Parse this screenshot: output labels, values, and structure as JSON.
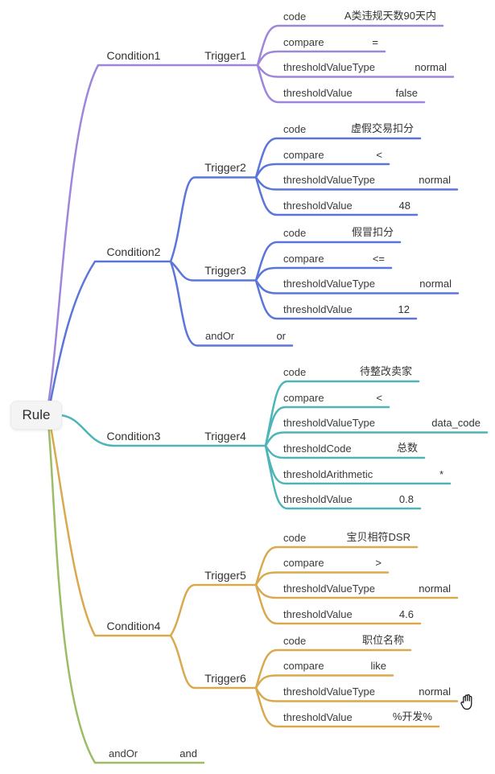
{
  "root": {
    "label": "Rule"
  },
  "conditions": [
    {
      "label": "Condition1",
      "triggers": [
        {
          "label": "Trigger1",
          "fields": [
            {
              "key": "code",
              "value": "A类违规天数90天内"
            },
            {
              "key": "compare",
              "value": "="
            },
            {
              "key": "thresholdValueType",
              "value": "normal"
            },
            {
              "key": "thresholdValue",
              "value": "false"
            }
          ]
        }
      ]
    },
    {
      "label": "Condition2",
      "triggers": [
        {
          "label": "Trigger2",
          "fields": [
            {
              "key": "code",
              "value": "虚假交易扣分"
            },
            {
              "key": "compare",
              "value": "<"
            },
            {
              "key": "thresholdValueType",
              "value": "normal"
            },
            {
              "key": "thresholdValue",
              "value": "48"
            }
          ]
        },
        {
          "label": "Trigger3",
          "fields": [
            {
              "key": "code",
              "value": "假冒扣分"
            },
            {
              "key": "compare",
              "value": "<="
            },
            {
              "key": "thresholdValueType",
              "value": "normal"
            },
            {
              "key": "thresholdValue",
              "value": "12"
            }
          ]
        }
      ],
      "andOr": {
        "key": "andOr",
        "value": "or"
      }
    },
    {
      "label": "Condition3",
      "triggers": [
        {
          "label": "Trigger4",
          "fields": [
            {
              "key": "code",
              "value": "待整改卖家"
            },
            {
              "key": "compare",
              "value": "<"
            },
            {
              "key": "thresholdValueType",
              "value": "data_code"
            },
            {
              "key": "thresholdCode",
              "value": "总数"
            },
            {
              "key": "thresholdArithmetic",
              "value": "*"
            },
            {
              "key": "thresholdValue",
              "value": "0.8"
            }
          ]
        }
      ]
    },
    {
      "label": "Condition4",
      "triggers": [
        {
          "label": "Trigger5",
          "fields": [
            {
              "key": "code",
              "value": "宝贝相符DSR"
            },
            {
              "key": "compare",
              "value": ">"
            },
            {
              "key": "thresholdValueType",
              "value": "normal"
            },
            {
              "key": "thresholdValue",
              "value": "4.6"
            }
          ]
        },
        {
          "label": "Trigger6",
          "fields": [
            {
              "key": "code",
              "value": "职位名称"
            },
            {
              "key": "compare",
              "value": "like"
            },
            {
              "key": "thresholdValueType",
              "value": "normal"
            },
            {
              "key": "thresholdValue",
              "value": "%开发%"
            }
          ]
        }
      ]
    }
  ],
  "root_andOr": {
    "key": "andOr",
    "value": "and"
  },
  "cursor": "open-hand-grab",
  "colors": {
    "condition1_branch": "#9e86da",
    "condition2_branch": "#5b76d8",
    "condition3_branch": "#4db4b8",
    "condition4_branch": "#d9a94f",
    "andor_branch": "#9cbc66",
    "text": "#3b3b3b",
    "rule_bg": "#f4f4f4"
  }
}
